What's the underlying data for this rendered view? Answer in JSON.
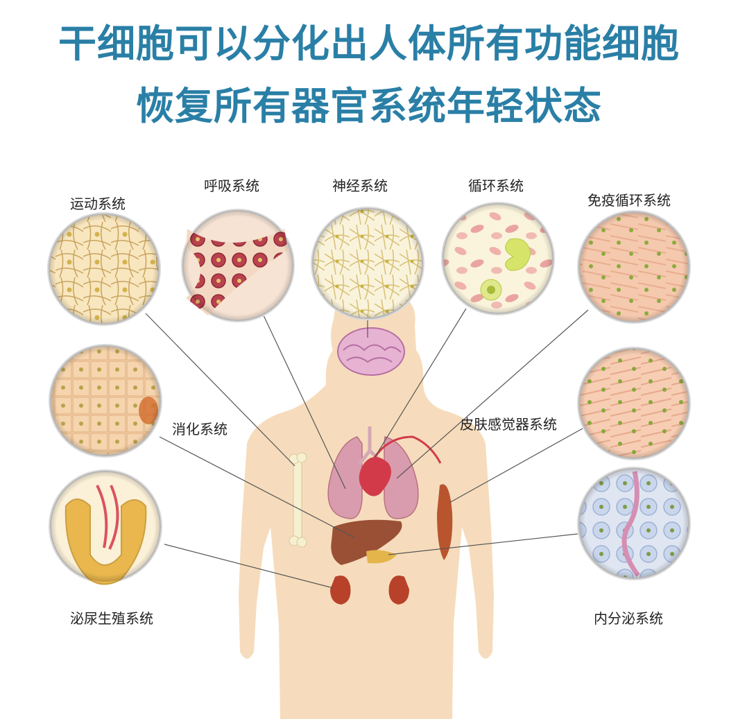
{
  "title": {
    "line1": "干细胞可以分化出人体所有功能细胞",
    "line2": "恢复所有器官系统年轻状态"
  },
  "systems": {
    "motor": "运动系统",
    "respiratory": "呼吸系统",
    "nervous": "神经系统",
    "circulatory": "循环系统",
    "immune": "免疫循环系统",
    "digestive": "消化系统",
    "skin_sensory": "皮肤感觉器系统",
    "urogenital": "泌尿生殖系统",
    "endocrine": "内分泌系统"
  },
  "colors": {
    "title": "#2a7fa6",
    "body": "#f6dcbc",
    "leader_line": "#555555"
  }
}
